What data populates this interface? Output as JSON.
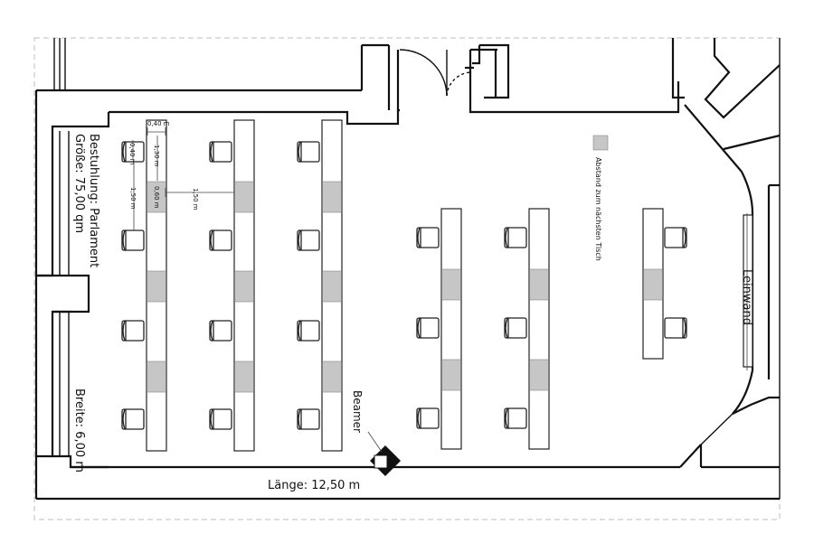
{
  "labels": {
    "seating": "Bestuhlung:  Parlament",
    "size": "Größe: 75,00 qm",
    "width": "Breite: 6,00 m",
    "length": "Länge: 12,50 m",
    "beamer": "Beamer",
    "screen": "Leinwand",
    "legend": "Abstand zum nächsten Tisch"
  },
  "dimensions": {
    "d040_top": "0,40 m",
    "d040_chair": "0,40 m",
    "d130": "1,30 m",
    "d060": "0,60 m",
    "d150_left": "1,50 m",
    "d150_mid": "1,50 m"
  },
  "colors": {
    "gap_fill": "#c6c6c6",
    "wall": "#111111"
  }
}
